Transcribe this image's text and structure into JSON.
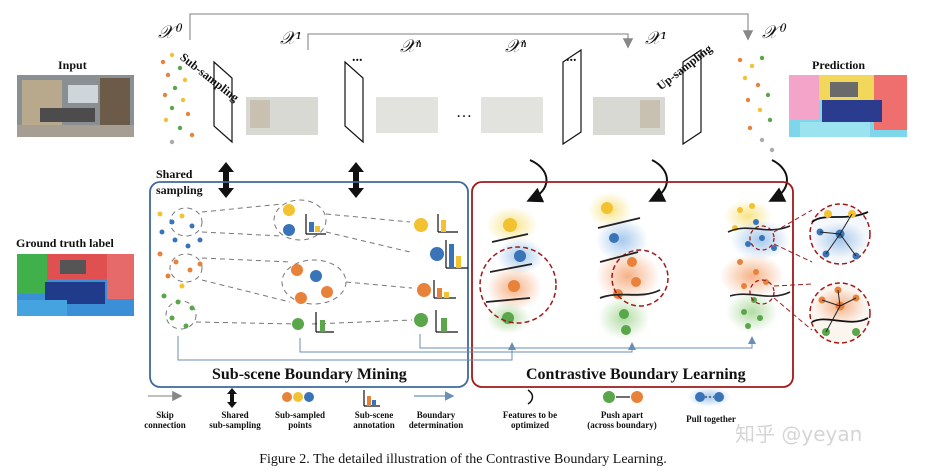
{
  "labels": {
    "input": "Input",
    "prediction": "Prediction",
    "ground_truth": "Ground truth label",
    "shared_sampling": "Shared\nsampling",
    "sub_sampling": "Sub-sampling",
    "up_sampling": "Up-sampling",
    "x0_left": "𝒳⁰",
    "x1_left": "𝒳¹",
    "xn_left": "𝒳ⁿ",
    "xn_right": "𝒳ⁿ",
    "x1_right": "𝒳¹",
    "x0_right": "𝒳⁰",
    "dots_top": "...",
    "ellipsis": "…",
    "mining_title": "Sub-scene Boundary Mining",
    "learning_title": "Contrastive Boundary Learning"
  },
  "legend": {
    "skip": "Skip\nconnection",
    "shared_sub": "Shared\nsub-sampling",
    "subsampled_points": "Sub-sampled\npoints",
    "subscene_annotation": "Sub-scene\nannotation",
    "boundary_determination": "Boundary\ndetermination",
    "features_opt": "Features to be\noptimized",
    "push_apart": "Push apart\n(across boundary)",
    "pull_together": "Pull together"
  },
  "caption": "Figure 2. The detailed illustration of the Contrastive Boundary Learning.",
  "watermark": "知乎 @yeyan",
  "colors": {
    "mining_box": "#3d6b9a",
    "learning_box": "#a11a1a",
    "orange": "#e8823a",
    "blue": "#3a74b8",
    "green": "#5aa64a",
    "yellow": "#f2c230"
  }
}
